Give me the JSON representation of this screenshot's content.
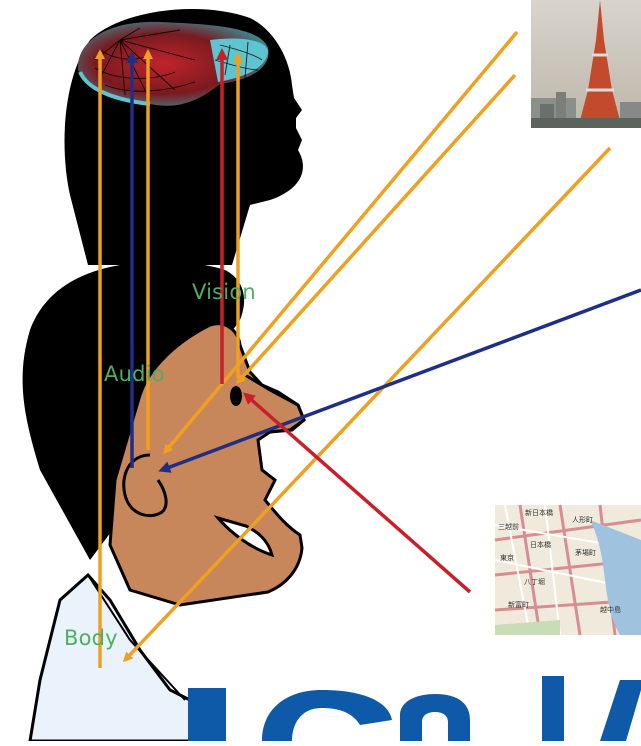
{
  "labels": {
    "vision": "Vision",
    "audio": "Audio",
    "body": "Body"
  },
  "map_labels": [
    "新日本橋",
    "三越前",
    "人形町",
    "東京",
    "八丁堀",
    "日本橋",
    "茅場町",
    "新富町",
    "越中島"
  ],
  "colors": {
    "label_green": "#4fae62",
    "arrow_orange": "#f0a020",
    "arrow_blue": "#1f2f88",
    "arrow_red": "#c8202a",
    "skin": "#c8875a",
    "title_blue": "#0f5aa8"
  },
  "icons": {
    "brain": "brain-icon",
    "tower_photo": "tokyo-tower-photo",
    "map": "street-map"
  }
}
